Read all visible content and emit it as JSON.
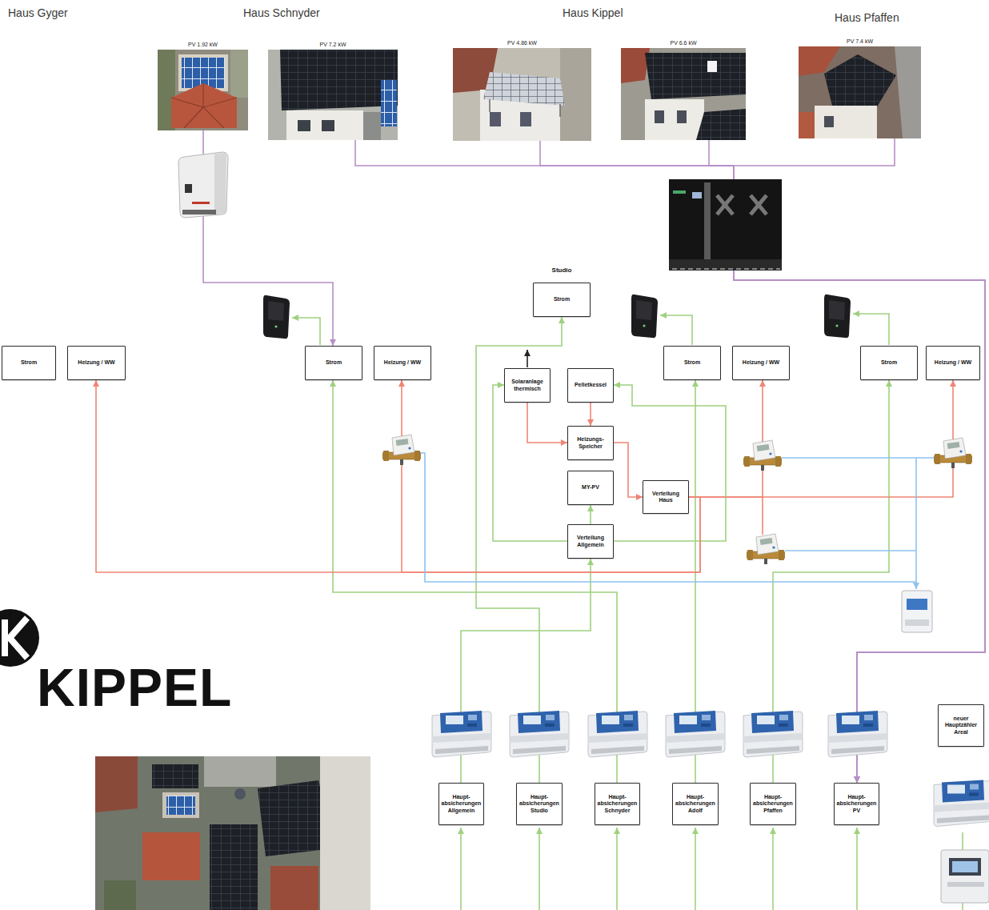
{
  "diagram": {
    "nodes": [
      {
        "text": [
          "PV 1.92 kW"
        ]
      },
      {
        "text": [
          "PV 7.2 kW"
        ]
      },
      {
        "text": [
          "PV 4.86 kW"
        ]
      },
      {
        "text": [
          "PV 6.6 kW"
        ]
      },
      {
        "text": [
          "PV 7.4 kW"
        ]
      },
      {
        "text": [
          "Studio",
          "Strom"
        ]
      },
      {
        "text": [
          "Strom"
        ]
      },
      {
        "text": [
          "Heizung / WW"
        ]
      },
      {
        "text": [
          "Strom"
        ]
      },
      {
        "text": [
          "Heizung / WW"
        ]
      },
      {
        "text": [
          "Strom"
        ]
      },
      {
        "text": [
          "Heizung / WW"
        ]
      },
      {
        "text": [
          "Strom"
        ]
      },
      {
        "text": [
          "Heizung / WW"
        ]
      },
      {
        "text": [
          "Solaranlage thermisch"
        ]
      },
      {
        "text": [
          "Pelletkessel"
        ]
      },
      {
        "text": [
          "Heizungs- Speicher"
        ]
      },
      {
        "text": [
          "MY-PV"
        ]
      },
      {
        "text": [
          "Verteilung Haus"
        ]
      },
      {
        "text": [
          "Verteilung Allgemein"
        ]
      },
      {
        "text": [
          "neuer Hauptzähler Areal"
        ]
      },
      {
        "text": [
          "Haupt- absicherungen Allgemein"
        ]
      },
      {
        "text": [
          "Haupt- absicherungen Studio"
        ]
      },
      {
        "text": [
          "Haupt- absicherungen Schnyder"
        ]
      },
      {
        "text": [
          "Haupt- absicherungen Adolf"
        ]
      },
      {
        "text": [
          "Haupt- absicherungen Pfaffen"
        ]
      },
      {
        "text": [
          "Haupt- absicherungen PV"
        ]
      }
    ],
    "edges": [
      {
        "from": 0,
        "to": 8,
        "arrow": "to"
      },
      {
        "from": 1,
        "to": 26,
        "arrow": "to"
      },
      {
        "from": 2,
        "to": 26,
        "arrow": "to"
      },
      {
        "from": 3,
        "to": 26,
        "arrow": "to"
      },
      {
        "from": 4,
        "to": 26,
        "arrow": "to"
      },
      {
        "from": 21,
        "to": 19,
        "arrow": "to"
      },
      {
        "from": 22,
        "to": 5,
        "arrow": "to"
      },
      {
        "from": 23,
        "to": 8,
        "arrow": "to"
      },
      {
        "from": 24,
        "to": 10,
        "arrow": "to"
      },
      {
        "from": 25,
        "to": 12,
        "arrow": "to"
      },
      {
        "from": 19,
        "to": 17,
        "arrow": "to"
      },
      {
        "from": 19,
        "to": 14,
        "arrow": "to"
      },
      {
        "from": 19,
        "to": 15,
        "arrow": "to"
      },
      {
        "from": 14,
        "to": 16,
        "arrow": "to"
      },
      {
        "from": 15,
        "to": 16,
        "arrow": "to"
      },
      {
        "from": 16,
        "to": 18,
        "arrow": "to"
      },
      {
        "from": 18,
        "to": 7,
        "arrow": "to"
      },
      {
        "from": 18,
        "to": 9,
        "arrow": "to"
      },
      {
        "from": 18,
        "to": 11,
        "arrow": "to"
      },
      {
        "from": 18,
        "to": 13,
        "arrow": "to"
      }
    ],
    "labels": [
      "Haus Gyger",
      "Haus Schnyder",
      "Haus Kippel",
      "Haus Pfaffen",
      "KIPPEL"
    ]
  }
}
